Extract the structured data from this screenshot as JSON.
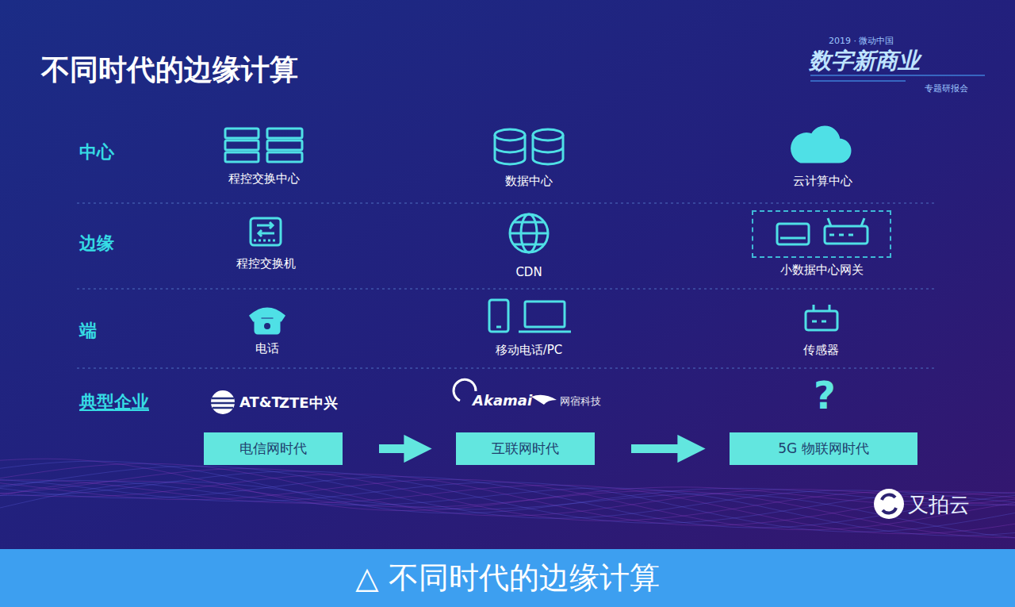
{
  "diagram": {
    "title": "不同时代的边缘计算",
    "caption": "△ 不同时代的边缘计算",
    "nodes": [
      {
        "text": [
          "小数据中心网关"
        ]
      },
      {
        "text": [
          "电信网时代"
        ]
      },
      {
        "text": [
          "互联网时代"
        ]
      },
      {
        "text": [
          "5G 物联网时代"
        ]
      }
    ],
    "edges": [
      {
        "from": 1,
        "to": 2,
        "arrow": "to"
      },
      {
        "from": 2,
        "to": 3,
        "arrow": "to"
      }
    ],
    "labels": [
      "中心",
      "边缘",
      "端",
      "典型企业",
      "程控交换中心",
      "数据中心",
      "云计算中心",
      "程控交换机",
      "CDN",
      "电话",
      "移动电话/PC",
      "传感器",
      "AT&T",
      "ZTE中兴",
      "Akamai",
      "网宿科技",
      "?",
      "2019 · 微动中国",
      "数字新商业",
      "专题研报会",
      "又拍云"
    ]
  }
}
